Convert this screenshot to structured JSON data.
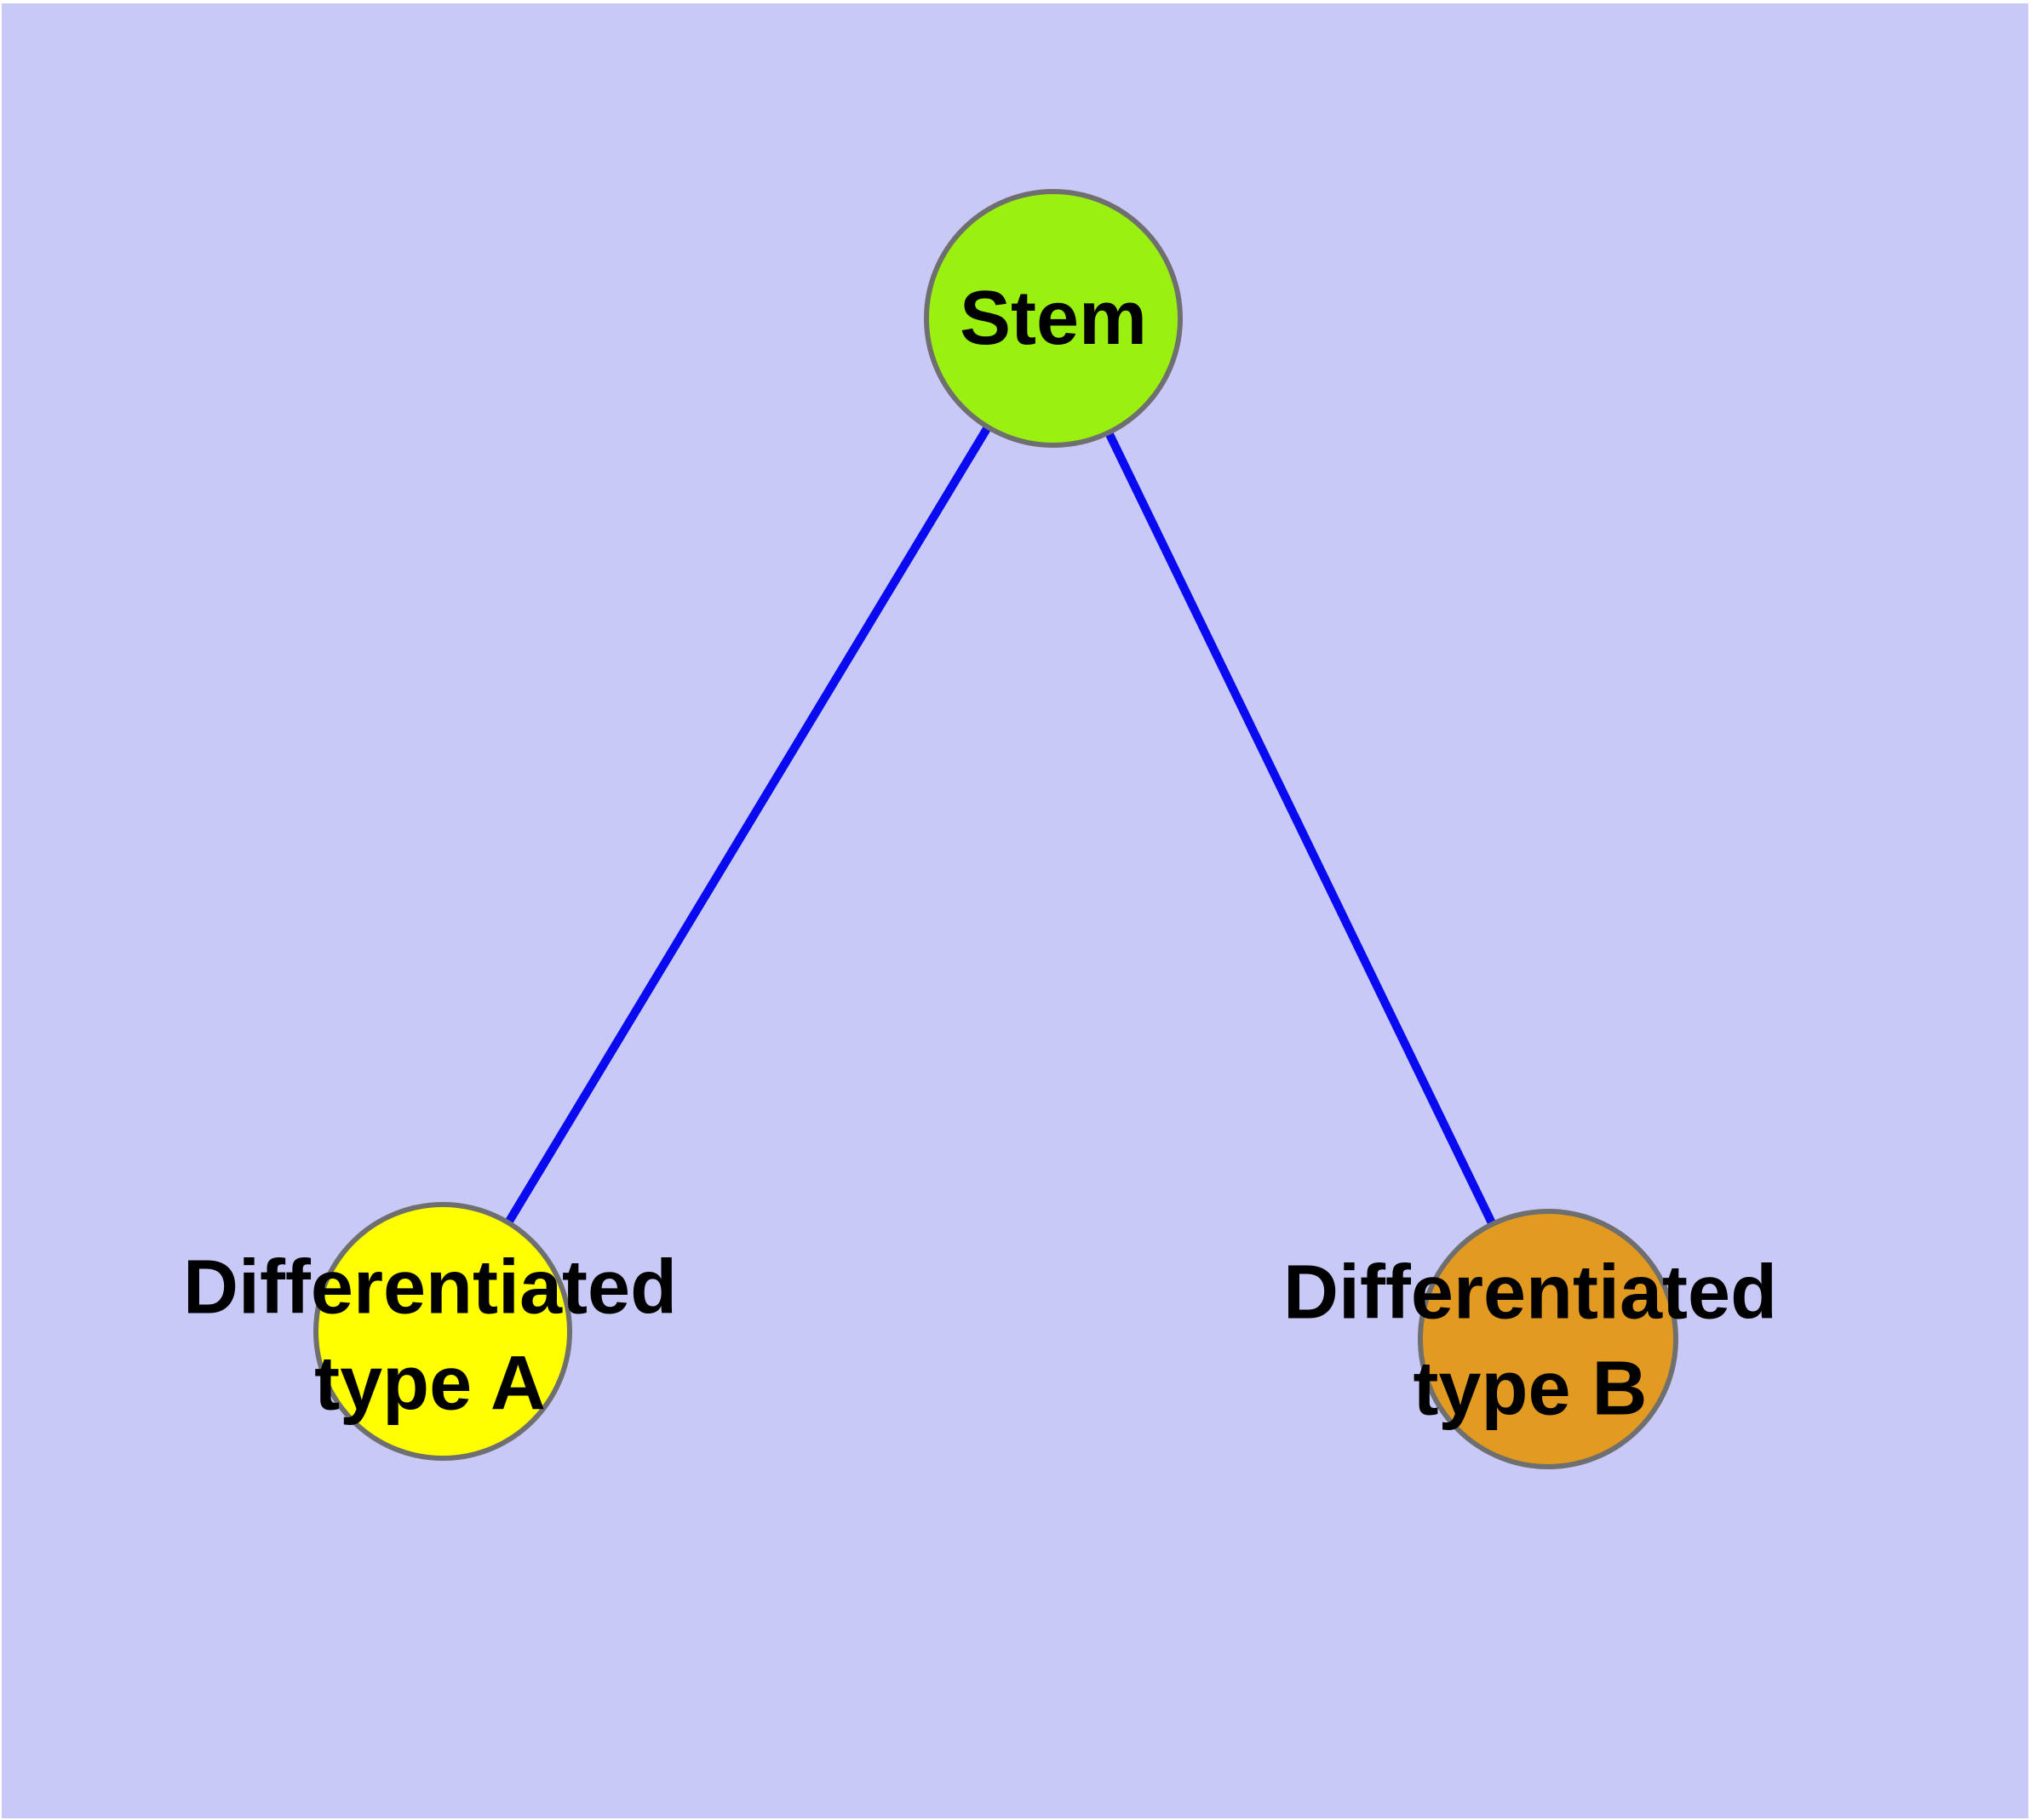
{
  "colors": {
    "bg": "#c9c9f8",
    "page_margin": "#ffffff",
    "node_border": "#6f6f6f",
    "edge": "#0a0af0",
    "label_text": "#000000"
  },
  "nodes": {
    "stem": {
      "label": "Stem",
      "fill": "#9af00f"
    },
    "type_a": {
      "label": "Differentiated\ntype A",
      "fill": "#ffff00"
    },
    "type_b": {
      "label": "Differentiated\ntype B",
      "fill": "#e39a21"
    }
  },
  "edges": [
    {
      "from": "stem",
      "to": "type_a"
    },
    {
      "from": "stem",
      "to": "type_b"
    }
  ]
}
